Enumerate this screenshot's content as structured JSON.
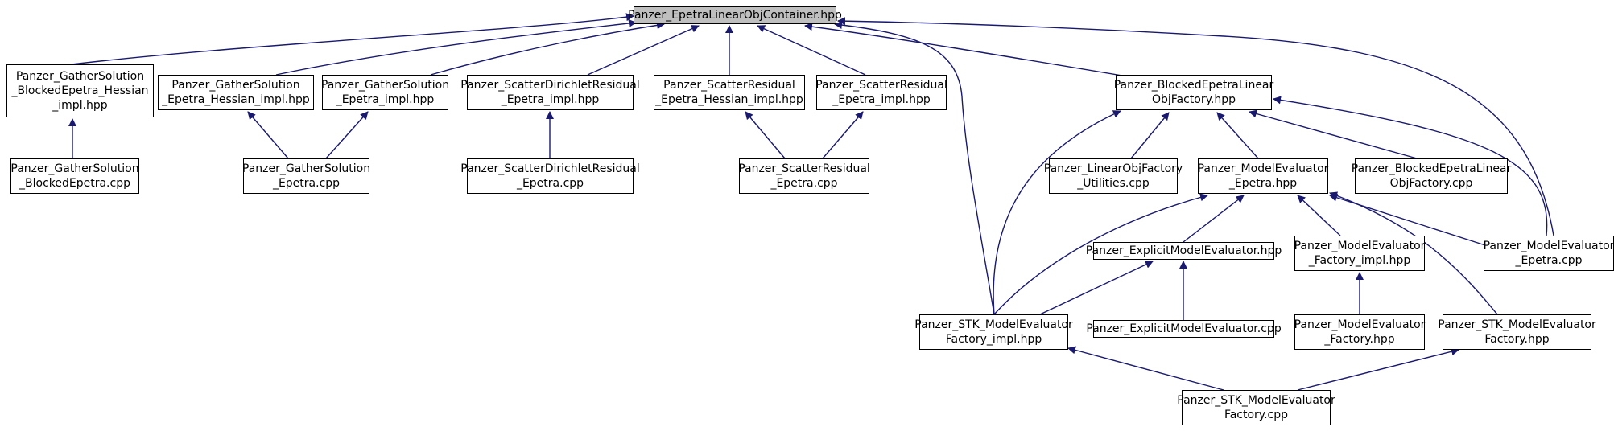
{
  "diagram": {
    "edge_color": "#191970",
    "root_fill": "#bfbfbf",
    "nodes": [
      {
        "id": "root",
        "label": "Panzer_EpetraLinearObjContainer.hpp"
      },
      {
        "id": "gs_bh",
        "label": "Panzer_GatherSolution\n_BlockedEpetra_Hessian\n_impl.hpp"
      },
      {
        "id": "gs_eh",
        "label": "Panzer_GatherSolution\n_Epetra_Hessian_impl.hpp"
      },
      {
        "id": "gs_ei",
        "label": "Panzer_GatherSolution\n_Epetra_impl.hpp"
      },
      {
        "id": "sdr_ei",
        "label": "Panzer_ScatterDirichletResidual\n_Epetra_impl.hpp"
      },
      {
        "id": "sr_eh",
        "label": "Panzer_ScatterResidual\n_Epetra_Hessian_impl.hpp"
      },
      {
        "id": "sr_ei",
        "label": "Panzer_ScatterResidual\n_Epetra_impl.hpp"
      },
      {
        "id": "belof_h",
        "label": "Panzer_BlockedEpetraLinear\nObjFactory.hpp"
      },
      {
        "id": "gs_be_cpp",
        "label": "Panzer_GatherSolution\n_BlockedEpetra.cpp"
      },
      {
        "id": "gs_e_cpp",
        "label": "Panzer_GatherSolution\n_Epetra.cpp"
      },
      {
        "id": "sdr_e_cpp",
        "label": "Panzer_ScatterDirichletResidual\n_Epetra.cpp"
      },
      {
        "id": "sr_e_cpp",
        "label": "Panzer_ScatterResidual\n_Epetra.cpp"
      },
      {
        "id": "lof_util",
        "label": "Panzer_LinearObjFactory\n_Utilities.cpp"
      },
      {
        "id": "me_e_h",
        "label": "Panzer_ModelEvaluator\n_Epetra.hpp"
      },
      {
        "id": "belof_cpp",
        "label": "Panzer_BlockedEpetraLinear\nObjFactory.cpp"
      },
      {
        "id": "me_e_cpp",
        "label": "Panzer_ModelEvaluator\n_Epetra.cpp"
      },
      {
        "id": "eme_h",
        "label": "Panzer_ExplicitModelEvaluator.hpp"
      },
      {
        "id": "mef_impl",
        "label": "Panzer_ModelEvaluator\n_Factory_impl.hpp"
      },
      {
        "id": "stk_mef_impl",
        "label": "Panzer_STK_ModelEvaluator\nFactory_impl.hpp"
      },
      {
        "id": "eme_cpp",
        "label": "Panzer_ExplicitModelEvaluator.cpp"
      },
      {
        "id": "mef_h",
        "label": "Panzer_ModelEvaluator\n_Factory.hpp"
      },
      {
        "id": "stk_mef_h",
        "label": "Panzer_STK_ModelEvaluator\nFactory.hpp"
      },
      {
        "id": "stk_mef_cpp",
        "label": "Panzer_STK_ModelEvaluator\nFactory.cpp"
      }
    ]
  }
}
